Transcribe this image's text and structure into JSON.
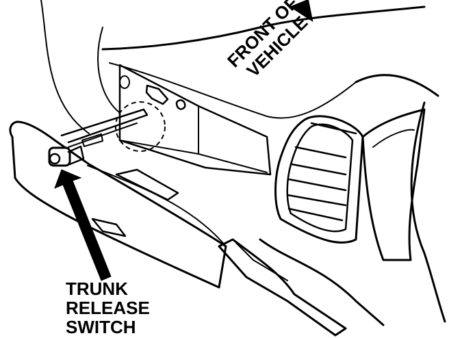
{
  "labels": {
    "front_line1": "FRONT OF",
    "front_line2": "VEHICLE",
    "callout_line1": "TRUNK",
    "callout_line2": "RELEASE",
    "callout_line3": "SWITCH"
  },
  "colors": {
    "ink": "#000000",
    "paper": "#ffffff"
  }
}
